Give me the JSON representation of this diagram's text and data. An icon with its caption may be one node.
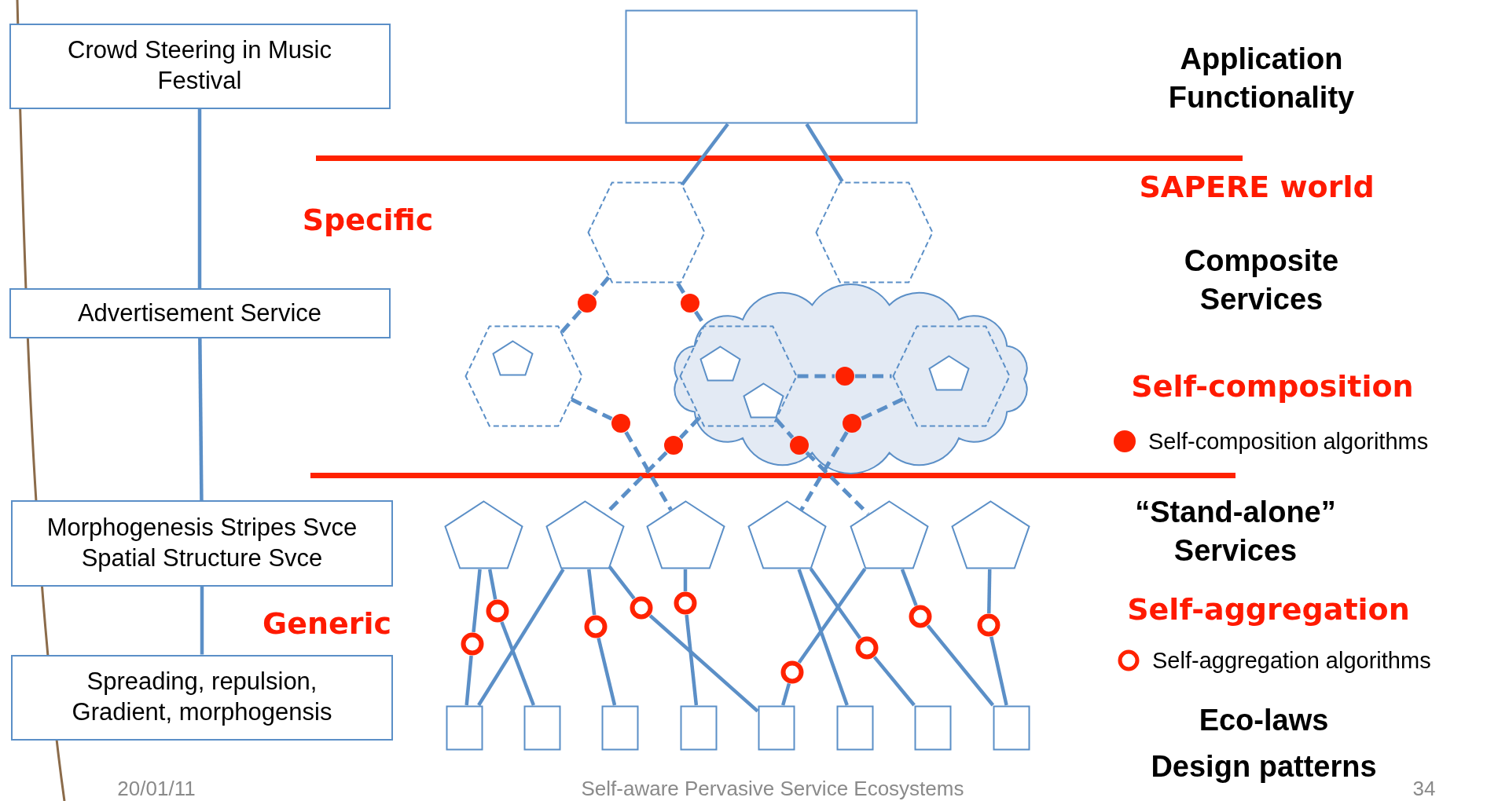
{
  "diagram": {
    "nodes": [
      {
        "text": [
          "Crowd Steering in Music Festival"
        ]
      },
      {
        "text": [
          "Advertisement Service"
        ]
      },
      {
        "text": [
          "Morphogenesis Stripes Svce Spatial Structure Svce"
        ]
      },
      {
        "text": [
          "Spreading, repulsion, Gradient, morphogensis"
        ]
      },
      {
        "text": [],
        "shape": "box"
      },
      {
        "text": [],
        "shape": "hexagon"
      },
      {
        "text": [],
        "shape": "hexagon"
      },
      {
        "text": [],
        "shape": "dot"
      },
      {
        "text": [],
        "shape": "dot"
      },
      {
        "text": [],
        "shape": "hexagon"
      },
      {
        "text": [],
        "shape": "pentagon",
        "in": 9
      },
      {
        "text": [],
        "shape": "cloud"
      },
      {
        "text": [],
        "shape": "hexagon",
        "in": 11
      },
      {
        "text": [],
        "shape": "pentagon",
        "in": 12
      },
      {
        "text": [],
        "shape": "pentagon",
        "in": 12
      },
      {
        "text": [],
        "shape": "dot",
        "in": 11
      },
      {
        "text": [],
        "shape": "hexagon",
        "in": 11
      },
      {
        "text": [],
        "shape": "pentagon",
        "in": 16
      },
      {
        "text": [],
        "shape": "dot"
      },
      {
        "text": [],
        "shape": "dot"
      },
      {
        "text": [],
        "shape": "dot",
        "in": 11
      },
      {
        "text": [],
        "shape": "dot",
        "in": 11
      },
      {
        "text": [],
        "shape": "pentagon"
      },
      {
        "text": [],
        "shape": "pentagon"
      },
      {
        "text": [],
        "shape": "pentagon"
      },
      {
        "text": [],
        "shape": "pentagon"
      },
      {
        "text": [],
        "shape": "pentagon"
      },
      {
        "text": [],
        "shape": "pentagon"
      },
      {
        "text": [],
        "shape": "circle"
      },
      {
        "text": [],
        "shape": "circle"
      },
      {
        "text": [],
        "shape": "circle"
      },
      {
        "text": [],
        "shape": "circle"
      },
      {
        "text": [],
        "shape": "circle"
      },
      {
        "text": [],
        "shape": "circle"
      },
      {
        "text": [],
        "shape": "circle"
      },
      {
        "text": [],
        "shape": "circle"
      },
      {
        "text": [],
        "shape": "circle"
      },
      {
        "text": [],
        "shape": "box"
      },
      {
        "text": [],
        "shape": "box"
      },
      {
        "text": [],
        "shape": "box"
      },
      {
        "text": [],
        "shape": "box"
      },
      {
        "text": [],
        "shape": "box"
      },
      {
        "text": [],
        "shape": "box"
      },
      {
        "text": [],
        "shape": "box"
      },
      {
        "text": [],
        "shape": "box"
      }
    ],
    "edges": [
      {
        "from": 0,
        "to": 1,
        "arrow": "none"
      },
      {
        "from": 1,
        "to": 2,
        "arrow": "none"
      },
      {
        "from": 2,
        "to": 3,
        "arrow": "none"
      },
      {
        "from": 4,
        "to": 5,
        "arrow": "none"
      },
      {
        "from": 4,
        "to": 6,
        "arrow": "none"
      },
      {
        "from": 5,
        "to": 7,
        "arrow": "none",
        "style": "dashed"
      },
      {
        "from": 7,
        "to": 9,
        "arrow": "none",
        "style": "dashed"
      },
      {
        "from": 5,
        "to": 8,
        "arrow": "none",
        "style": "dashed"
      },
      {
        "from": 8,
        "to": 12,
        "arrow": "none",
        "style": "dashed"
      },
      {
        "from": 12,
        "to": 15,
        "arrow": "none",
        "style": "dashed"
      },
      {
        "from": 15,
        "to": 16,
        "arrow": "none",
        "style": "dashed"
      },
      {
        "from": 9,
        "to": 18,
        "arrow": "none",
        "style": "dashed"
      },
      {
        "from": 18,
        "to": 24,
        "arrow": "none",
        "style": "dashed"
      },
      {
        "from": 12,
        "to": 19,
        "arrow": "none",
        "style": "dashed"
      },
      {
        "from": 19,
        "to": 23,
        "arrow": "none",
        "style": "dashed"
      },
      {
        "from": 12,
        "to": 20,
        "arrow": "none",
        "style": "dashed"
      },
      {
        "from": 20,
        "to": 26,
        "arrow": "none",
        "style": "dashed"
      },
      {
        "from": 16,
        "to": 21,
        "arrow": "none",
        "style": "dashed"
      },
      {
        "from": 21,
        "to": 25,
        "arrow": "none",
        "style": "dashed"
      },
      {
        "from": 22,
        "to": 28,
        "arrow": "none"
      },
      {
        "from": 28,
        "to": 37,
        "arrow": "none"
      },
      {
        "from": 22,
        "to": 29,
        "arrow": "none"
      },
      {
        "from": 29,
        "to": 38,
        "arrow": "none"
      },
      {
        "from": 23,
        "to": 37,
        "arrow": "none"
      },
      {
        "from": 23,
        "to": 30,
        "arrow": "none"
      },
      {
        "from": 30,
        "to": 39,
        "arrow": "none"
      },
      {
        "from": 23,
        "to": 31,
        "arrow": "none"
      },
      {
        "from": 31,
        "to": 41,
        "arrow": "none"
      },
      {
        "from": 24,
        "to": 32,
        "arrow": "none"
      },
      {
        "from": 32,
        "to": 40,
        "arrow": "none"
      },
      {
        "from": 25,
        "to": 42,
        "arrow": "none"
      },
      {
        "from": 25,
        "to": 34,
        "arrow": "none"
      },
      {
        "from": 34,
        "to": 43,
        "arrow": "none"
      },
      {
        "from": 26,
        "to": 33,
        "arrow": "none"
      },
      {
        "from": 33,
        "to": 41,
        "arrow": "none"
      },
      {
        "from": 26,
        "to": 35,
        "arrow": "none"
      },
      {
        "from": 35,
        "to": 44,
        "arrow": "none"
      },
      {
        "from": 27,
        "to": 36,
        "arrow": "none"
      },
      {
        "from": 36,
        "to": 44,
        "arrow": "none"
      }
    ],
    "labels": [
      "Application Functionality",
      "SAPERE world",
      "Specific",
      "Composite Services",
      "Self-composition",
      "“Stand-alone” Services",
      "Self-aggregation",
      "Generic",
      "Eco-laws",
      "Design patterns",
      "20/01/11",
      "Self-aware Pervasive Service Ecosystems",
      "34"
    ],
    "legend": [
      {
        "text": "Self-composition algorithms",
        "color": "#ff2200"
      },
      {
        "text": "Self-aggregation algorithms"
      }
    ]
  }
}
